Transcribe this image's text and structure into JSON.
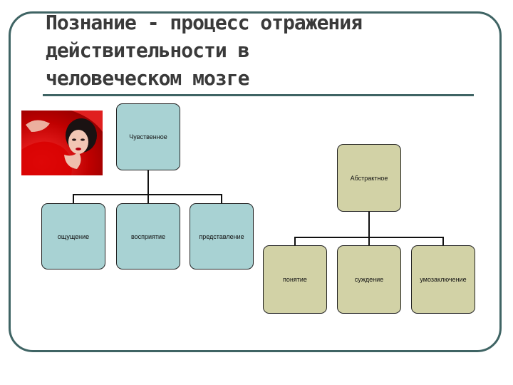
{
  "title": {
    "lines": [
      "Познание - процесс отражения",
      "действительности в",
      "человеческом мозге"
    ]
  },
  "diagram": {
    "sensory_root": "Чувственное",
    "sensory_children": [
      "ощущение",
      "восприятие",
      "представление"
    ],
    "abstract_root": "Абстрактное",
    "abstract_children": [
      "понятие",
      "суждение",
      "умозаключение"
    ]
  },
  "colors": {
    "frame": "#3f6464",
    "sensory_box": "#a8d2d3",
    "abstract_box": "#d2d2a6"
  }
}
